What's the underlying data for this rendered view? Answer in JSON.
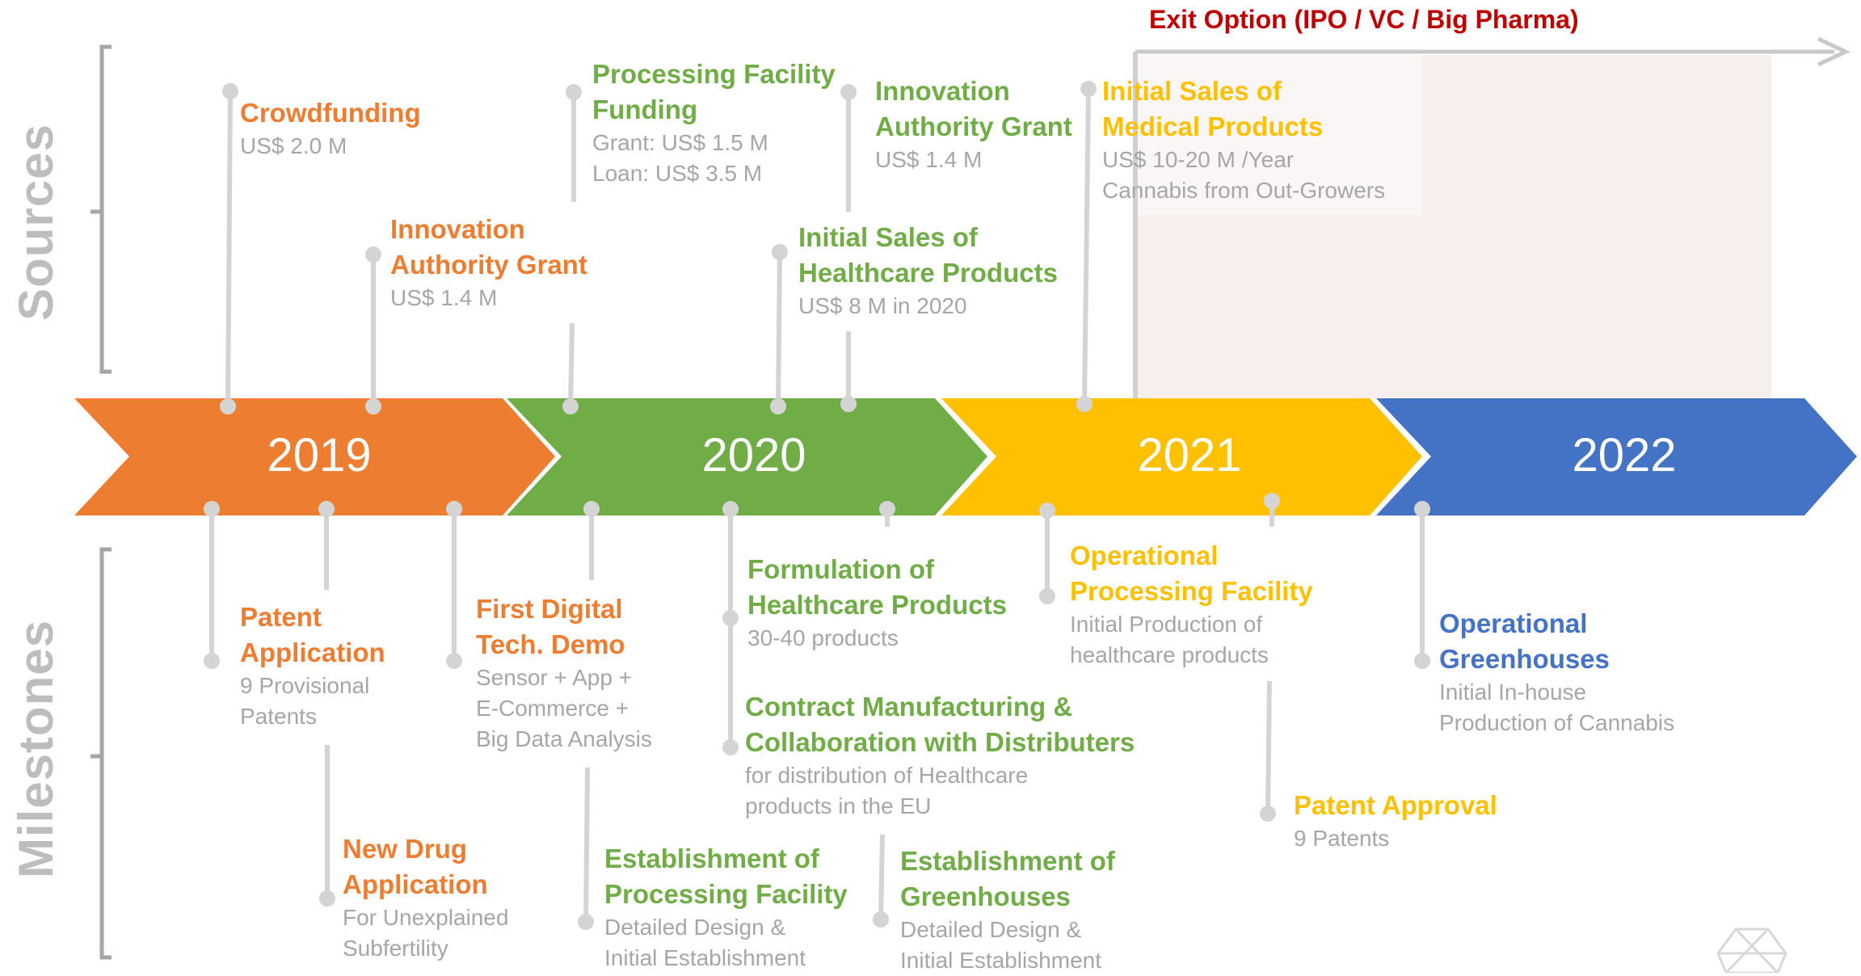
{
  "exit_option": "Exit Option (IPO / VC / Big Pharma)",
  "side_labels": {
    "sources": "Sources",
    "milestones": "Milestones"
  },
  "years": [
    "2019",
    "2020",
    "2021",
    "2022"
  ],
  "colors": {
    "orange": "#ed7d31",
    "green": "#70ad47",
    "yellow": "#ffc000",
    "blue": "#4472c4",
    "exit": "#c00000",
    "sub": "#a6a6a6"
  },
  "sources": [
    {
      "title": [
        "Crowdfunding"
      ],
      "sub": [
        "US$ 2.0 M"
      ]
    },
    {
      "title": [
        "Innovation",
        "Authority Grant"
      ],
      "sub": [
        "US$ 1.4 M"
      ]
    },
    {
      "title": [
        "Processing Facility",
        "Funding"
      ],
      "sub": [
        "Grant: US$ 1.5 M",
        "Loan:  US$ 3.5 M"
      ]
    },
    {
      "title": [
        "Initial Sales of",
        "Healthcare Products"
      ],
      "sub": [
        "US$ 8 M in 2020"
      ]
    },
    {
      "title": [
        "Innovation",
        "Authority Grant"
      ],
      "sub": [
        "US$ 1.4 M"
      ]
    },
    {
      "title": [
        "Initial Sales of",
        "Medical Products"
      ],
      "sub": [
        "US$ 10-20 M /Year",
        "Cannabis from Out-Growers"
      ]
    }
  ],
  "milestones": [
    {
      "title": [
        "Patent",
        "Application"
      ],
      "sub": [
        "9 Provisional",
        "Patents"
      ]
    },
    {
      "title": [
        "New Drug",
        "Application"
      ],
      "sub": [
        "For Unexplained",
        "Subfertility"
      ]
    },
    {
      "title": [
        "First Digital",
        "Tech. Demo"
      ],
      "sub": [
        "Sensor + App +",
        "E-Commerce +",
        "Big Data Analysis"
      ]
    },
    {
      "title": [
        "Establishment of",
        "Processing Facility"
      ],
      "sub": [
        "Detailed Design &",
        "Initial Establishment"
      ]
    },
    {
      "title": [
        "Formulation of",
        "Healthcare Products"
      ],
      "sub": [
        "30-40 products"
      ]
    },
    {
      "title": [
        "Contract Manufacturing &",
        "Collaboration with Distributers"
      ],
      "sub": [
        "for distribution of Healthcare",
        "products  in the EU"
      ]
    },
    {
      "title": [
        "Establishment of",
        "Greenhouses"
      ],
      "sub": [
        "Detailed Design &",
        "Initial  Establishment"
      ]
    },
    {
      "title": [
        "Operational",
        "Processing Facility"
      ],
      "sub": [
        "Initial Production of",
        "healthcare products"
      ]
    },
    {
      "title": [
        "Patent Approval"
      ],
      "sub": [
        "9 Patents"
      ]
    },
    {
      "title": [
        "Operational",
        "Greenhouses"
      ],
      "sub": [
        "Initial In-house",
        "Production of Cannabis"
      ]
    }
  ]
}
